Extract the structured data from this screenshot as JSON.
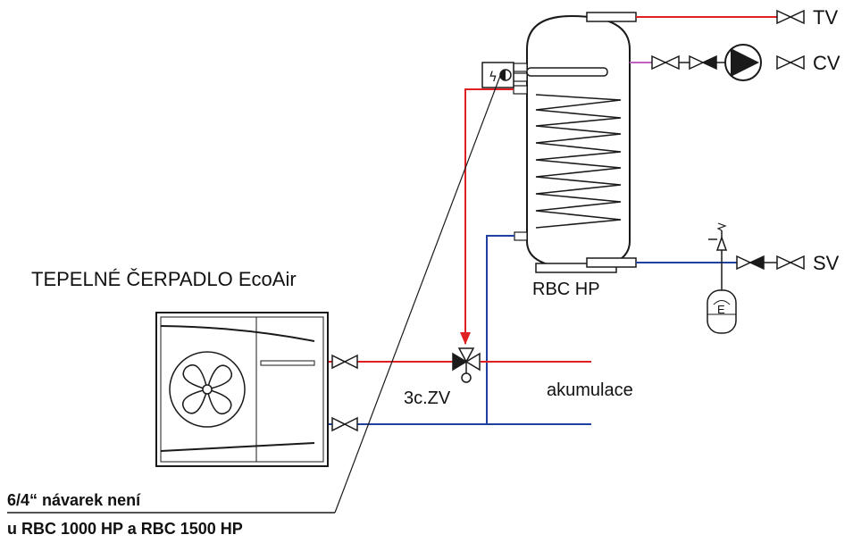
{
  "labels": {
    "heat_pump_title": "TEPELNÉ ČERPADLO EcoAir",
    "tank_name": "RBC HP",
    "outlet_tv": "TV",
    "outlet_cv": "CV",
    "outlet_sv": "SV",
    "valve_3way": "3c.ZV",
    "accumulation": "akumulace",
    "expansion_vessel": "E",
    "note_line1": "6/4“ návarek není",
    "note_line2": "u RBC 1000 HP a RBC 1500 HP"
  },
  "colors": {
    "hot_pipe": "#e02020",
    "cold_pipe": "#2040a0",
    "circulation_pipe": "#c060c0",
    "outline": "#1a1a1a"
  }
}
